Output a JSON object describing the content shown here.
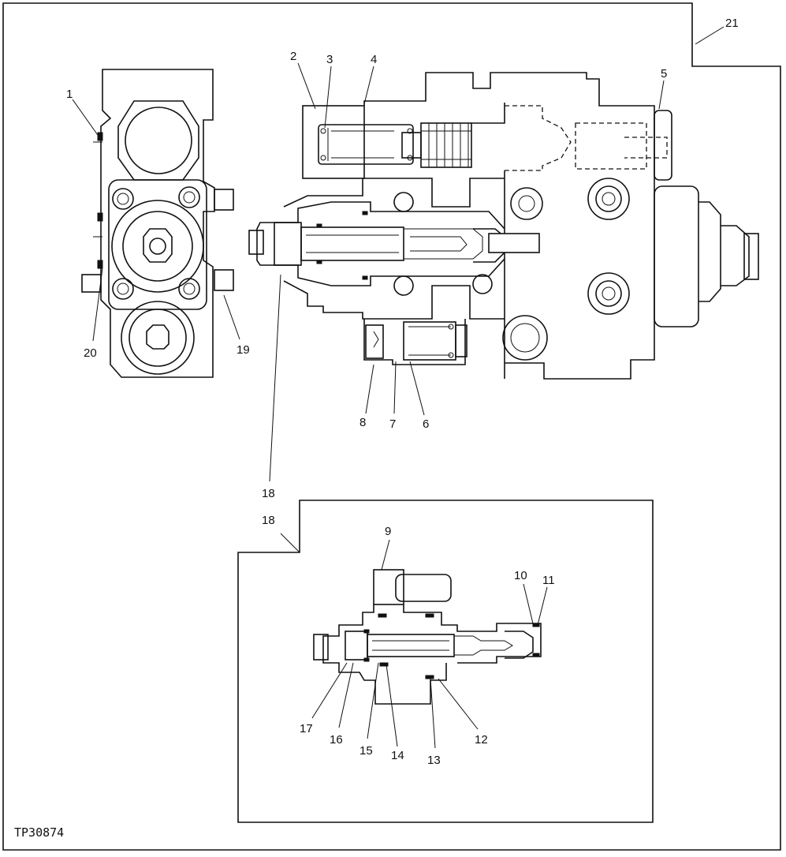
{
  "figure_code": "TP30874",
  "callouts": {
    "c1": "1",
    "c2": "2",
    "c3": "3",
    "c4": "4",
    "c5": "5",
    "c6": "6",
    "c7": "7",
    "c8": "8",
    "c9": "9",
    "c10": "10",
    "c11": "11",
    "c12": "12",
    "c13": "13",
    "c14": "14",
    "c15": "15",
    "c16": "16",
    "c17": "17",
    "c18a": "18",
    "c18b": "18",
    "c19": "19",
    "c20": "20",
    "c21": "21"
  }
}
